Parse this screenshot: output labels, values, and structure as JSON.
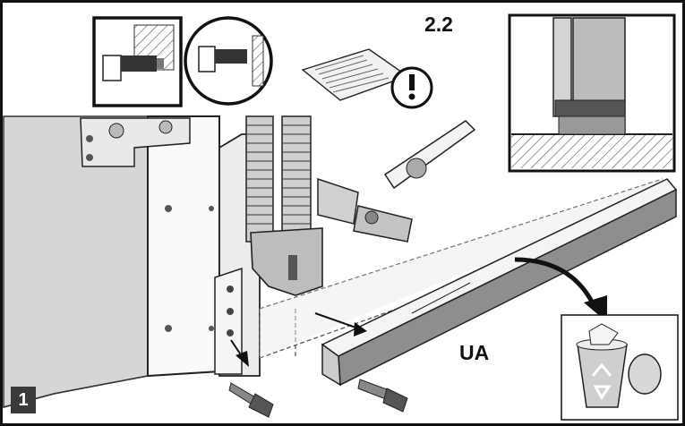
{
  "reference_label": "2.2",
  "part_label": "UA",
  "step_number": "1"
}
